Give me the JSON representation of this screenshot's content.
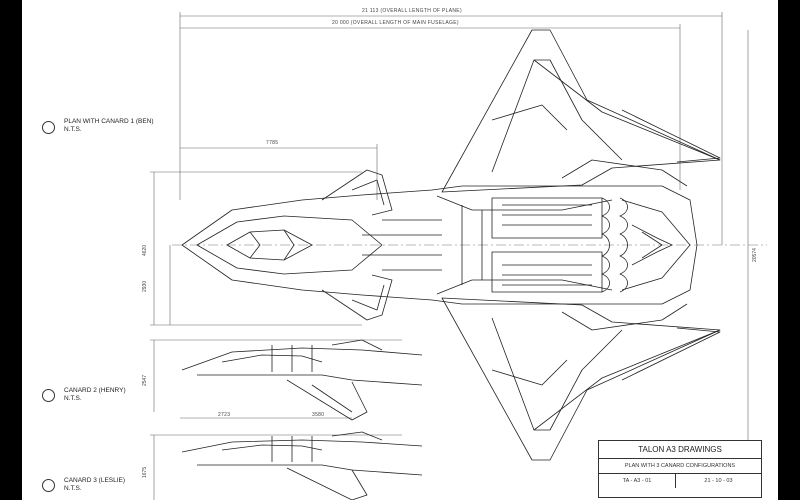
{
  "sheet": {
    "dimensions": {
      "overall_length": "21 113 (OVERALL LENGTH OF PLANE)",
      "fuselage_length": "20 000 (OVERALL LENGTH OF MAIN FUSELAGE)",
      "canard_station": "7785",
      "height_a": "4620",
      "height_b": "2930",
      "height_right": "20574",
      "c2_height": "2547",
      "c2_width_a": "2723",
      "c2_width_b": "3580",
      "c3_height": "1675"
    },
    "labels": {
      "canard1_title": "PLAN WITH CANARD 1 (BEN)",
      "canard1_scale": "N.T.S.",
      "canard2_title": "CANARD 2 (HENRY)",
      "canard2_scale": "N.T.S.",
      "canard3_title": "CANARD 3 (LESLIE)",
      "canard3_scale": "N.T.S."
    },
    "title_block": {
      "title": "TALON A3 DRAWINGS",
      "subtitle": "PLAN WITH 3 CANARD CONFIGURATIONS",
      "ref": "TA - A3 - 01",
      "date": "21 - 10 - 03"
    }
  }
}
